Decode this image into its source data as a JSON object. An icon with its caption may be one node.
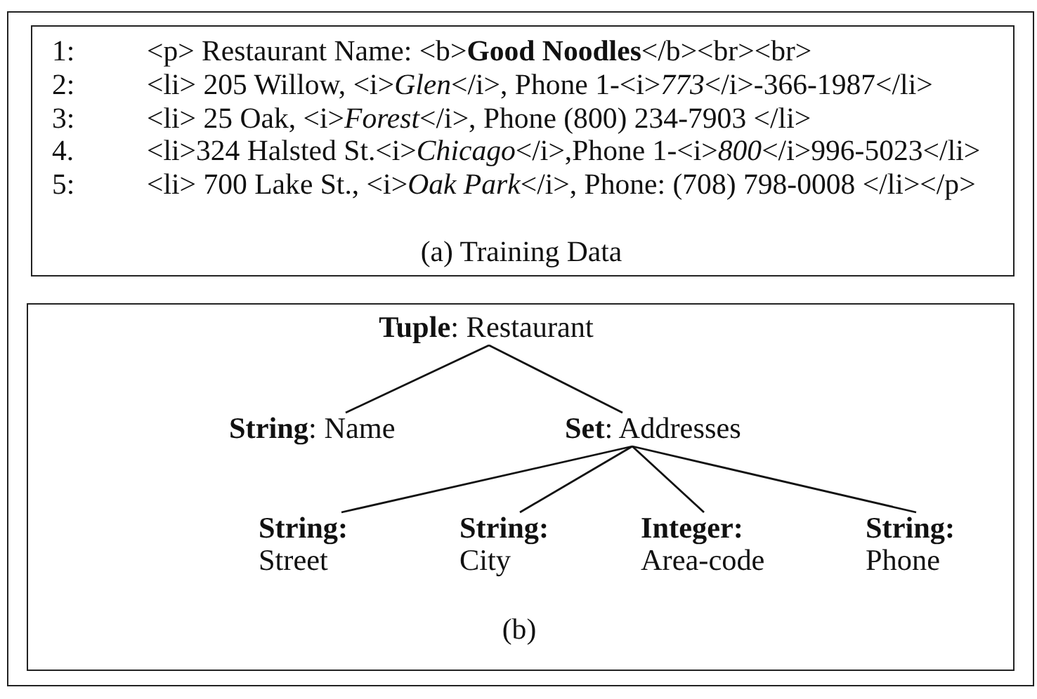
{
  "diagram": {
    "nodes": [
      {
        "text": [],
        "shape": "box"
      },
      {
        "text": [
          "1:",
          "<p> Restaurant Name: <b>**Good Noodles**</b><br><br>",
          "2:",
          "<li> 205 Willow, <i>*Glen*</i>, Phone 1-<i>*773*</i>-366-1987</li>",
          "3:",
          "<li> 25 Oak, <i>*Forest*</i>, Phone (800) 234-7903 </li>",
          "4.",
          "<li>324 Halsted St.<i>*Chicago*</i>,Phone 1-<i>*800*</i>996-5023</li>",
          "5:",
          "<li> 700 Lake St., <i>*Oak Park*</i>, Phone: (708) 798-0008 </li></p>",
          "(a) Training Data"
        ],
        "in": 0
      },
      {
        "text": [
          "(b)"
        ],
        "in": 0
      },
      {
        "text": [
          "**Tuple**: Restaurant"
        ],
        "in": 2
      },
      {
        "text": [
          "**String**: Name"
        ],
        "in": 2
      },
      {
        "text": [
          "**Set**: Addresses"
        ],
        "in": 2
      },
      {
        "text": [
          "**String:** Street"
        ],
        "in": 2
      },
      {
        "text": [
          "**String:** City"
        ],
        "in": 2
      },
      {
        "text": [
          "**Integer:** Area-code"
        ],
        "in": 2
      },
      {
        "text": [
          "**String:** Phone"
        ],
        "in": 2
      }
    ],
    "edges": [
      {
        "from": 3,
        "to": 4,
        "arrow": "none"
      },
      {
        "from": 3,
        "to": 5,
        "arrow": "none"
      },
      {
        "from": 5,
        "to": 6,
        "arrow": "none"
      },
      {
        "from": 5,
        "to": 7,
        "arrow": "none"
      },
      {
        "from": 5,
        "to": 8,
        "arrow": "none"
      },
      {
        "from": 5,
        "to": 9,
        "arrow": "none"
      }
    ]
  }
}
